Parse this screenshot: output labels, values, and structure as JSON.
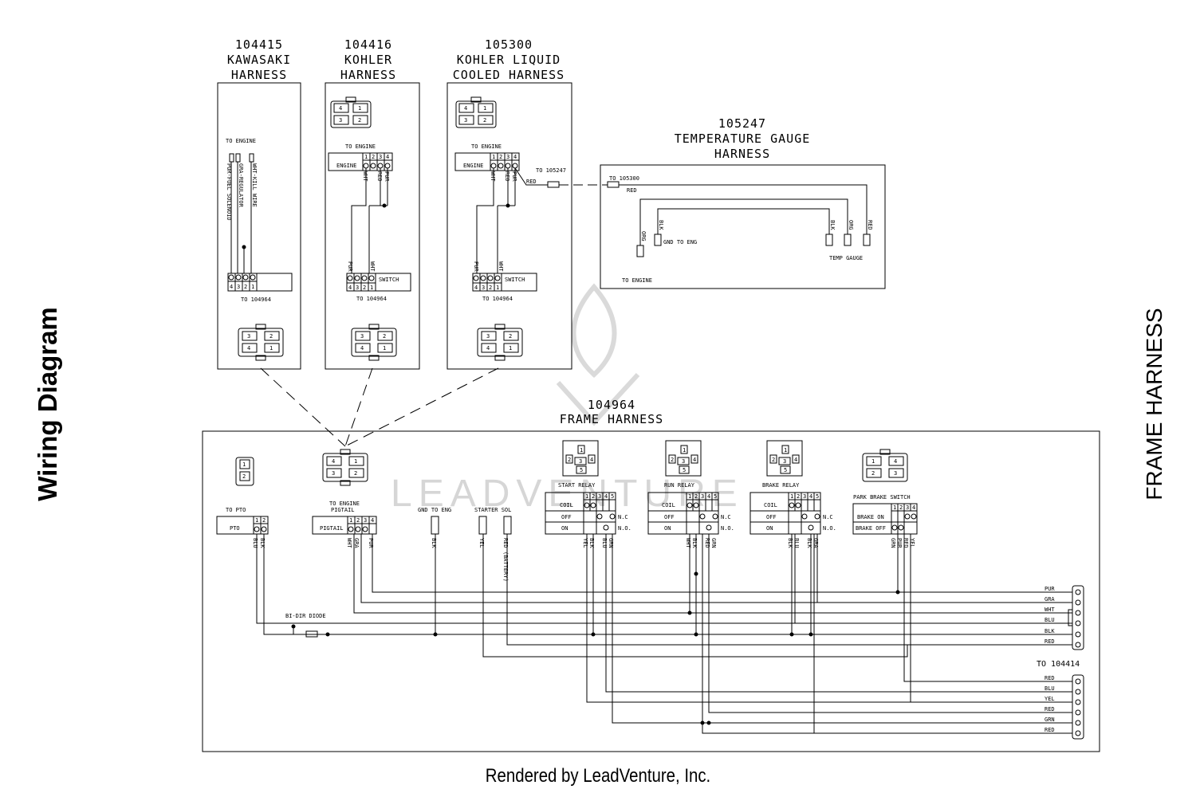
{
  "side_title_left": "Wiring Diagram",
  "side_title_right": "FRAME HARNESS",
  "footer": "Rendered by LeadVenture, Inc.",
  "watermark": "LEADVENTURE",
  "harness_kawasaki": {
    "number": "104415",
    "line1": "KAWASAKI",
    "line2": "HARNESS",
    "to_engine": "TO ENGINE",
    "wire_pur": "PUR-FUEL SOLENOID",
    "wire_gra": "GRA-REGULATOR",
    "wire_wht": "WHT-KILL WIRE",
    "to_frame": "TO 104964",
    "pins": [
      "4",
      "3",
      "2",
      "1"
    ],
    "pin_wires": [
      "PUR",
      "GRA",
      "WHT"
    ]
  },
  "harness_kohler": {
    "number": "104416",
    "line1": "KOHLER",
    "line2": "HARNESS",
    "to_engine": "TO ENGINE",
    "engine_label": "ENGINE",
    "switch_label": "SWITCH",
    "to_frame": "TO 104964",
    "pins": [
      "1",
      "2",
      "3",
      "4"
    ],
    "bottom_pins": [
      "4",
      "3",
      "2",
      "1"
    ],
    "wires_top": [
      "WHT",
      "RED",
      "PUR"
    ],
    "wires_bottom": [
      "PUR",
      "WHT"
    ]
  },
  "harness_kohler_liquid": {
    "number": "105300",
    "line1": "KOHLER LIQUID",
    "line2": "COOLED HARNESS",
    "to_engine": "TO ENGINE",
    "engine_label": "ENGINE",
    "switch_label": "SWITCH",
    "to_frame": "TO 104964",
    "to_gauge": "TO 105247",
    "red": "RED",
    "pins": [
      "1",
      "2",
      "3",
      "4"
    ],
    "bottom_pins": [
      "4",
      "3",
      "2",
      "1"
    ],
    "wires_top": [
      "WHT",
      "RED",
      "PUR"
    ],
    "wires_bottom": [
      "PUR",
      "WHT"
    ]
  },
  "temp_gauge": {
    "number": "105247",
    "line1": "TEMPERATURE GAUGE",
    "line2": "HARNESS",
    "to_liquid": "TO 105300",
    "red": "RED",
    "blk": "BLK",
    "org": "ORG",
    "gnd_to_eng": "GND TO ENG",
    "temp_gauge": "TEMP GAUGE",
    "to_engine": "TO ENGINE"
  },
  "frame_harness": {
    "number": "104964",
    "title": "FRAME HARNESS",
    "to_pto": "TO PTO",
    "pto": "PTO",
    "to_engine": "TO ENGINE",
    "pigtail_title": "PIGTAIL",
    "pigtail": "PIGTAIL",
    "gnd_to_eng": "GND TO ENG",
    "starter_sol": "STARTER SOL",
    "red_battery": "RED (BATTERY)",
    "bi_dir_diode": "BI-DIR DIODE",
    "to_104414": "TO 104414"
  },
  "relays": [
    {
      "title": "START RELAY",
      "wires": [
        "YEL",
        "BLK",
        "BLU",
        "GRN"
      ]
    },
    {
      "title": "RUN RELAY",
      "wires": [
        "WHT",
        "BLK",
        "RED",
        "GRN"
      ]
    },
    {
      "title": "BRAKE RELAY",
      "wires": [
        "BLK",
        "BLU",
        "BLK",
        "GRA"
      ]
    }
  ],
  "relay_rows": [
    "COIL",
    "OFF",
    "ON"
  ],
  "relay_nc": "N.C",
  "relay_no": "N.O.",
  "park_brake": {
    "title": "PARK BRAKE SWITCH",
    "rows": [
      "BRAKE ON",
      "BRAKE OFF"
    ],
    "wires": [
      "GRN",
      "PUR",
      "RED",
      "YEL"
    ]
  },
  "pto_wires": [
    "BLU",
    "BLK"
  ],
  "pigtail_wires": [
    "WHT",
    "GRA",
    "PUR"
  ],
  "connector_upper": [
    "PUR",
    "GRA",
    "WHT",
    "BLU",
    "BLK",
    "RED"
  ],
  "connector_lower": [
    "RED",
    "BLU",
    "YEL",
    "RED",
    "GRN",
    "RED"
  ],
  "pin_numbers": [
    "1",
    "2",
    "3",
    "4",
    "5"
  ],
  "connector_4pin": [
    "4",
    "1",
    "3",
    "2"
  ],
  "connector_4pin_bottom": [
    "3",
    "2",
    "4",
    "1"
  ],
  "connector_2pin": [
    "1",
    "2"
  ]
}
